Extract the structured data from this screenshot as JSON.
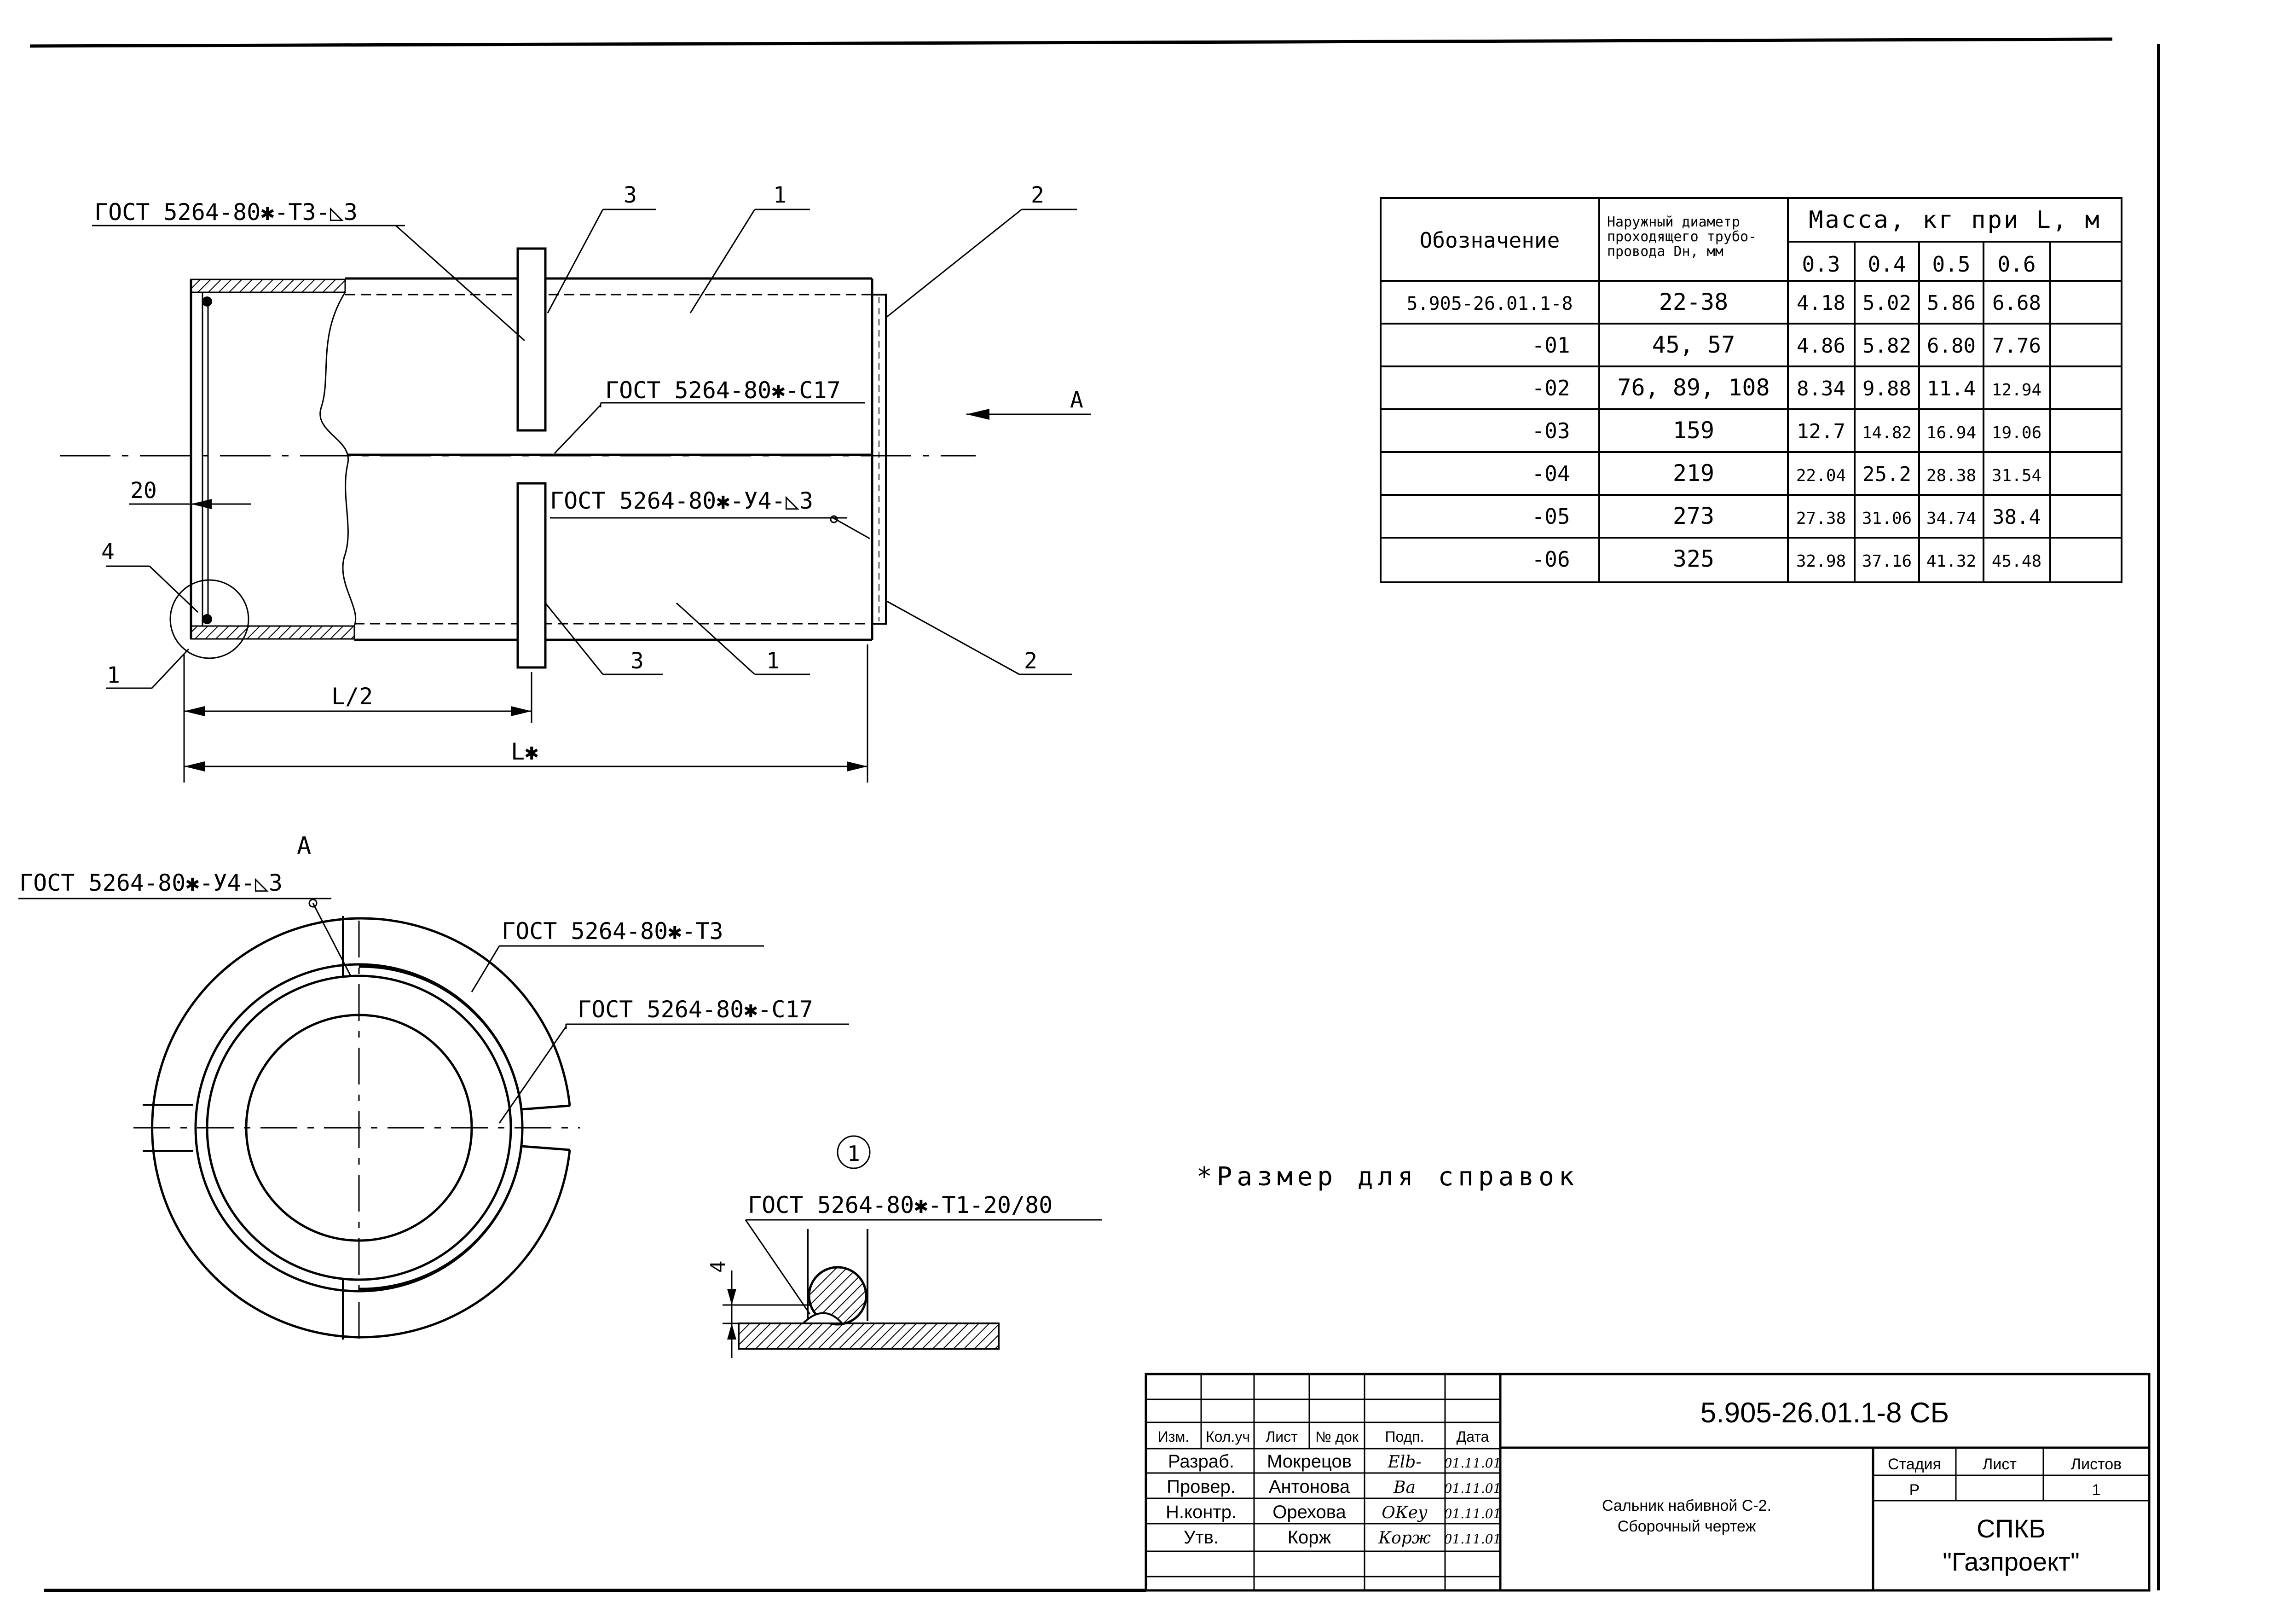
{
  "assembly": {
    "callouts": {
      "pos_1_top": "1",
      "pos_2_top": "2",
      "pos_3_top": "3",
      "pos_3_bottom": "3",
      "pos_1_bottom": "1",
      "pos_2_bottom": "2",
      "pos_4": "4",
      "pos_1_left": "1"
    },
    "weld_top_left": "ГОСТ 5264-80✱-Т3-◺3",
    "weld_center": "ГОСТ 5264-80✱-С17",
    "weld_lower": "ГОСТ 5264-80✱-У4-◺3",
    "view_arrow_label": "А",
    "dim_20": "20",
    "dim_half_length": "L/2",
    "dim_length": "L✱"
  },
  "view_a": {
    "title": "А",
    "weld_u4": "ГОСТ 5264-80✱-У4-◺3",
    "weld_t3": "ГОСТ 5264-80✱-Т3",
    "weld_c17": "ГОСТ 5264-80✱-С17"
  },
  "detail_1": {
    "number": "1",
    "weld_label": "ГОСТ 5264-80✱-Т1-20/80",
    "dim_4": "4"
  },
  "reference_note": "*Размер для справок",
  "mass_table": {
    "header_designation": "Обозначение",
    "header_diameter_lines": [
      "Наружный диаметр",
      "проходящего трубо-",
      "провода Dн, мм"
    ],
    "header_mass": "Масса, кг при L, м",
    "lengths": [
      "0.3",
      "0.4",
      "0.5",
      "0.6"
    ],
    "rows": [
      {
        "designation": "5.905-26.01.1-8",
        "diameter": "22-38",
        "mass": [
          "4.18",
          "5.02",
          "5.86",
          "6.68"
        ]
      },
      {
        "designation": "-01",
        "diameter": "45, 57",
        "mass": [
          "4.86",
          "5.82",
          "6.80",
          "7.76"
        ]
      },
      {
        "designation": "-02",
        "diameter": "76, 89, 108",
        "mass": [
          "8.34",
          "9.88",
          "11.4",
          "12.94"
        ]
      },
      {
        "designation": "-03",
        "diameter": "159",
        "mass": [
          "12.7",
          "14.82",
          "16.94",
          "19.06"
        ]
      },
      {
        "designation": "-04",
        "diameter": "219",
        "mass": [
          "22.04",
          "25.2",
          "28.38",
          "31.54"
        ]
      },
      {
        "designation": "-05",
        "diameter": "273",
        "mass": [
          "27.38",
          "31.06",
          "34.74",
          "38.4"
        ]
      },
      {
        "designation": "-06",
        "diameter": "325",
        "mass": [
          "32.98",
          "37.16",
          "41.32",
          "45.48"
        ]
      }
    ]
  },
  "title_block": {
    "document_code": "5.905-26.01.1-8 СБ",
    "column_headers": [
      "Изм.",
      "Кол.уч",
      "Лист",
      "№ док",
      "Подп.",
      "Дата"
    ],
    "signers": [
      {
        "role": "Разраб.",
        "name": "Мокрецов",
        "sign": "Elb-",
        "date": "01.11.01"
      },
      {
        "role": "Провер.",
        "name": "Антонова",
        "sign": "Ba",
        "date": "01.11.01"
      },
      {
        "role": "Н.контр.",
        "name": "Орехова",
        "sign": "ОКеу",
        "date": "01.11.01"
      },
      {
        "role": "Утв.",
        "name": "Корж",
        "sign": "Корж",
        "date": "01.11.01"
      }
    ],
    "title_line1": "Сальник набивной С-2.",
    "title_line2": "Сборочный чертеж",
    "stage_label": "Стадия",
    "sheet_label": "Лист",
    "sheets_label": "Листов",
    "stage_value": "Р",
    "sheet_value": "",
    "sheets_value": "1",
    "org_line1": "СПКБ",
    "org_line2": "\"Газпроект\""
  }
}
